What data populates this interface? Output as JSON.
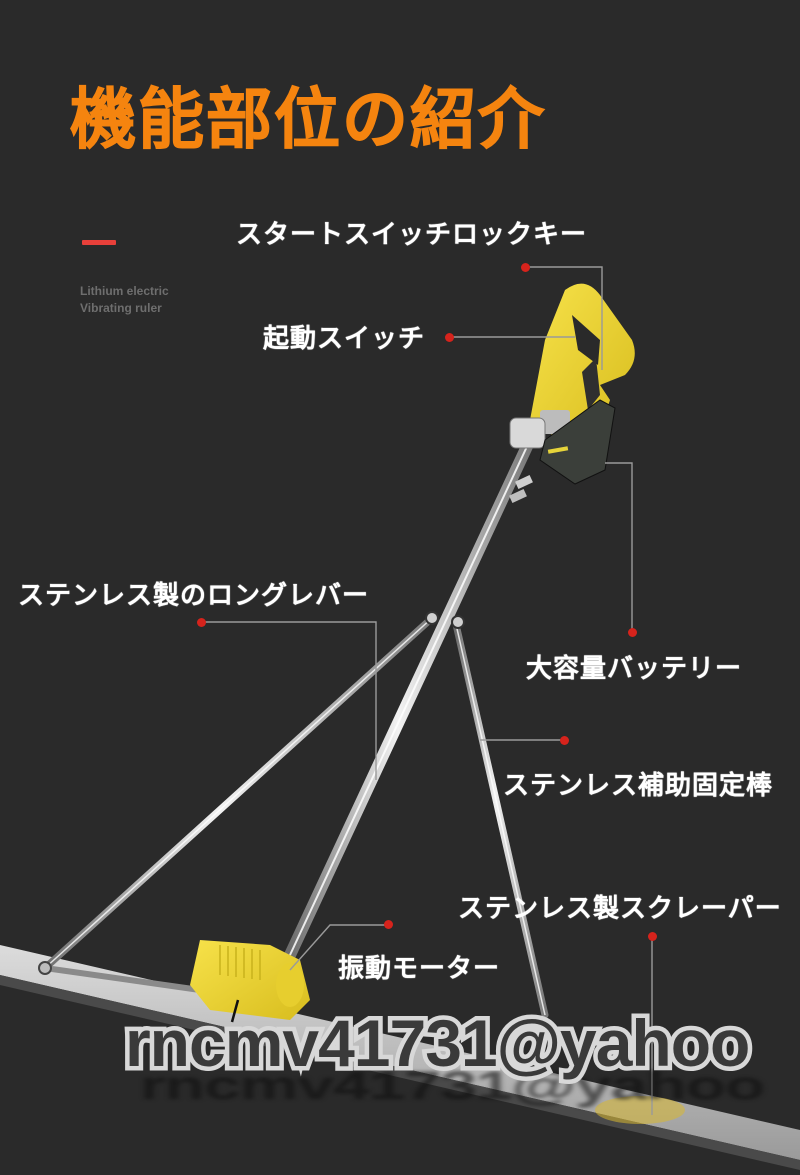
{
  "header": {
    "title": "機能部位の紹介",
    "subtitle_line1": "Lithium electric",
    "subtitle_line2": "Vibrating ruler"
  },
  "callouts": [
    {
      "id": "start-switch-lock-key",
      "label": "スタートスイッチロックキー"
    },
    {
      "id": "start-switch",
      "label": "起動スイッチ"
    },
    {
      "id": "stainless-long-lever",
      "label": "ステンレス製のロングレバー"
    },
    {
      "id": "large-capacity-battery",
      "label": "大容量バッテリー"
    },
    {
      "id": "stainless-auxiliary-rod",
      "label": "ステンレス補助固定棒"
    },
    {
      "id": "stainless-scraper",
      "label": "ステンレス製スクレーパー"
    },
    {
      "id": "vibration-motor",
      "label": "振動モーター"
    }
  ],
  "watermark": "rncmv41731@yahoo",
  "colors": {
    "background": "#2a2a2a",
    "title": "#f5840f",
    "accent_red": "#d6231c",
    "product_yellow": "#f2dc3a",
    "leader_line": "#9a9a9a"
  }
}
